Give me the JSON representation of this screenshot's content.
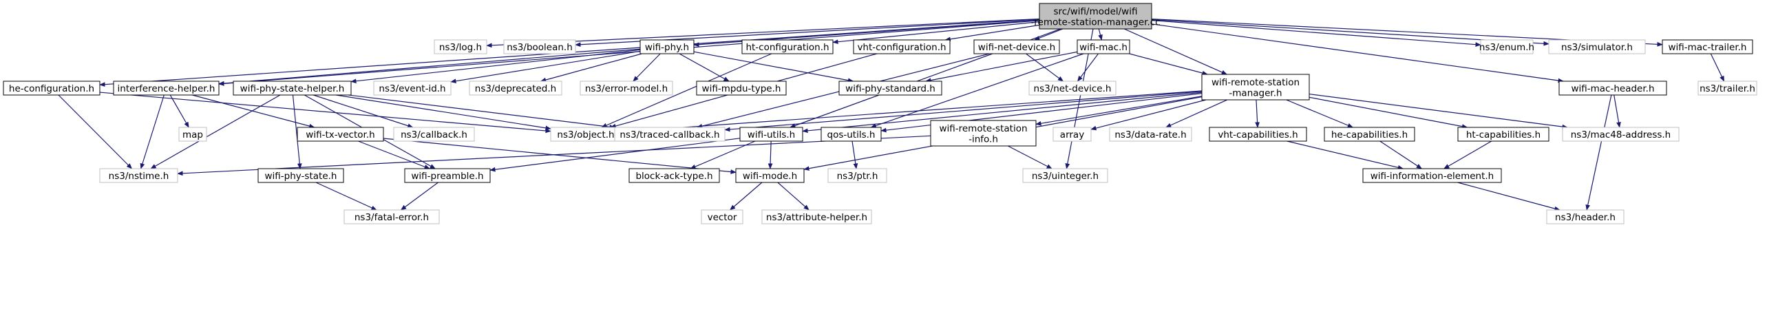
{
  "colors": {
    "edge": "#191970",
    "main_fill": "#bfbfbf",
    "local_border": "#000000",
    "external_border": "#bfbfbf",
    "background": "#ffffff"
  },
  "nodes": [
    {
      "id": "main",
      "kind": "main",
      "lines": [
        "src/wifi/model/wifi",
        "-remote-station-manager.cc"
      ]
    },
    {
      "id": "log",
      "kind": "ext",
      "lines": [
        "ns3/log.h"
      ]
    },
    {
      "id": "boolean",
      "kind": "ext",
      "lines": [
        "ns3/boolean.h"
      ]
    },
    {
      "id": "wifiphy",
      "kind": "local",
      "lines": [
        "wifi-phy.h"
      ]
    },
    {
      "id": "htconf",
      "kind": "local",
      "lines": [
        "ht-configuration.h"
      ]
    },
    {
      "id": "vhtconf",
      "kind": "local",
      "lines": [
        "vht-configuration.h"
      ]
    },
    {
      "id": "wifinetdev",
      "kind": "local",
      "lines": [
        "wifi-net-device.h"
      ]
    },
    {
      "id": "wifimac",
      "kind": "local",
      "lines": [
        "wifi-mac.h"
      ]
    },
    {
      "id": "enum",
      "kind": "ext",
      "lines": [
        "ns3/enum.h"
      ]
    },
    {
      "id": "simulator",
      "kind": "ext",
      "lines": [
        "ns3/simulator.h"
      ]
    },
    {
      "id": "mactrailer",
      "kind": "local",
      "lines": [
        "wifi-mac-trailer.h"
      ]
    },
    {
      "id": "heconf",
      "kind": "local",
      "lines": [
        "he-configuration.h"
      ]
    },
    {
      "id": "interf",
      "kind": "local",
      "lines": [
        "interference-helper.h"
      ]
    },
    {
      "id": "phystatehelper",
      "kind": "local",
      "lines": [
        "wifi-phy-state-helper.h"
      ]
    },
    {
      "id": "eventid",
      "kind": "ext",
      "lines": [
        "ns3/event-id.h"
      ]
    },
    {
      "id": "deprecated",
      "kind": "ext",
      "lines": [
        "ns3/deprecated.h"
      ]
    },
    {
      "id": "errormodel",
      "kind": "ext",
      "lines": [
        "ns3/error-model.h"
      ]
    },
    {
      "id": "mpdutype",
      "kind": "local",
      "lines": [
        "wifi-mpdu-type.h"
      ]
    },
    {
      "id": "phystandard",
      "kind": "local",
      "lines": [
        "wifi-phy-standard.h"
      ]
    },
    {
      "id": "netdevice",
      "kind": "ext",
      "lines": [
        "ns3/net-device.h"
      ]
    },
    {
      "id": "rsmh",
      "kind": "local",
      "lines": [
        "wifi-remote-station",
        "-manager.h"
      ]
    },
    {
      "id": "macheader",
      "kind": "local",
      "lines": [
        "wifi-mac-header.h"
      ]
    },
    {
      "id": "trailer",
      "kind": "ext",
      "lines": [
        "ns3/trailer.h"
      ]
    },
    {
      "id": "map",
      "kind": "ext",
      "lines": [
        "map"
      ]
    },
    {
      "id": "txvector",
      "kind": "local",
      "lines": [
        "wifi-tx-vector.h"
      ]
    },
    {
      "id": "callback",
      "kind": "ext",
      "lines": [
        "ns3/callback.h"
      ]
    },
    {
      "id": "object",
      "kind": "ext",
      "lines": [
        "ns3/object.h"
      ]
    },
    {
      "id": "tracedcb",
      "kind": "ext",
      "lines": [
        "ns3/traced-callback.h"
      ]
    },
    {
      "id": "wifiutils",
      "kind": "local",
      "lines": [
        "wifi-utils.h"
      ]
    },
    {
      "id": "qosutils",
      "kind": "local",
      "lines": [
        "qos-utils.h"
      ]
    },
    {
      "id": "rsinfo",
      "kind": "local",
      "lines": [
        "wifi-remote-station",
        "-info.h"
      ]
    },
    {
      "id": "array",
      "kind": "ext",
      "lines": [
        "array"
      ]
    },
    {
      "id": "datarate",
      "kind": "ext",
      "lines": [
        "ns3/data-rate.h"
      ]
    },
    {
      "id": "vhtcap",
      "kind": "local",
      "lines": [
        "vht-capabilities.h"
      ]
    },
    {
      "id": "hecap",
      "kind": "local",
      "lines": [
        "he-capabilities.h"
      ]
    },
    {
      "id": "htcap",
      "kind": "local",
      "lines": [
        "ht-capabilities.h"
      ]
    },
    {
      "id": "mac48",
      "kind": "ext",
      "lines": [
        "ns3/mac48-address.h"
      ]
    },
    {
      "id": "nstime",
      "kind": "ext",
      "lines": [
        "ns3/nstime.h"
      ]
    },
    {
      "id": "physstate",
      "kind": "local",
      "lines": [
        "wifi-phy-state.h"
      ]
    },
    {
      "id": "preamble",
      "kind": "local",
      "lines": [
        "wifi-preamble.h"
      ]
    },
    {
      "id": "blockack",
      "kind": "local",
      "lines": [
        "block-ack-type.h"
      ]
    },
    {
      "id": "wifimode",
      "kind": "local",
      "lines": [
        "wifi-mode.h"
      ]
    },
    {
      "id": "ptr",
      "kind": "ext",
      "lines": [
        "ns3/ptr.h"
      ]
    },
    {
      "id": "uinteger",
      "kind": "ext",
      "lines": [
        "ns3/uinteger.h"
      ]
    },
    {
      "id": "infoelem",
      "kind": "local",
      "lines": [
        "wifi-information-element.h"
      ]
    },
    {
      "id": "fatalerror",
      "kind": "ext",
      "lines": [
        "ns3/fatal-error.h"
      ]
    },
    {
      "id": "vector",
      "kind": "ext",
      "lines": [
        "vector"
      ]
    },
    {
      "id": "attrhelper",
      "kind": "ext",
      "lines": [
        "ns3/attribute-helper.h"
      ]
    },
    {
      "id": "header",
      "kind": "ext",
      "lines": [
        "ns3/header.h"
      ]
    }
  ],
  "edges": [
    [
      "main",
      "log"
    ],
    [
      "main",
      "boolean"
    ],
    [
      "main",
      "wifiphy"
    ],
    [
      "main",
      "htconf"
    ],
    [
      "main",
      "vhtconf"
    ],
    [
      "main",
      "wifinetdev"
    ],
    [
      "main",
      "wifimac"
    ],
    [
      "main",
      "enum"
    ],
    [
      "main",
      "simulator"
    ],
    [
      "main",
      "mactrailer"
    ],
    [
      "main",
      "heconf"
    ],
    [
      "main",
      "interf"
    ],
    [
      "main",
      "rsmh"
    ],
    [
      "main",
      "macheader"
    ],
    [
      "main",
      "uinteger"
    ],
    [
      "main",
      "wifiutils"
    ],
    [
      "wifiphy",
      "phystatehelper"
    ],
    [
      "wifiphy",
      "eventid"
    ],
    [
      "wifiphy",
      "deprecated"
    ],
    [
      "wifiphy",
      "errormodel"
    ],
    [
      "wifiphy",
      "mpdutype"
    ],
    [
      "wifiphy",
      "phystandard"
    ],
    [
      "wifiphy",
      "interf"
    ],
    [
      "htconf",
      "object"
    ],
    [
      "vhtconf",
      "object"
    ],
    [
      "wifinetdev",
      "netdevice"
    ],
    [
      "wifinetdev",
      "tracedcb"
    ],
    [
      "wifimac",
      "phystandard"
    ],
    [
      "wifimac",
      "netdevice"
    ],
    [
      "wifimac",
      "rsmh"
    ],
    [
      "wifimac",
      "qosutils"
    ],
    [
      "mactrailer",
      "trailer"
    ],
    [
      "heconf",
      "object"
    ],
    [
      "heconf",
      "nstime"
    ],
    [
      "interf",
      "map"
    ],
    [
      "interf",
      "nstime"
    ],
    [
      "interf",
      "txvector"
    ],
    [
      "phystatehelper",
      "callback"
    ],
    [
      "phystatehelper",
      "object"
    ],
    [
      "phystatehelper",
      "tracedcb"
    ],
    [
      "phystatehelper",
      "nstime"
    ],
    [
      "phystatehelper",
      "physstate"
    ],
    [
      "phystatehelper",
      "preamble"
    ],
    [
      "rsmh",
      "object"
    ],
    [
      "rsmh",
      "tracedcb"
    ],
    [
      "rsmh",
      "wifiutils"
    ],
    [
      "rsmh",
      "qosutils"
    ],
    [
      "rsmh",
      "rsinfo"
    ],
    [
      "rsmh",
      "array"
    ],
    [
      "rsmh",
      "datarate"
    ],
    [
      "rsmh",
      "vhtcap"
    ],
    [
      "rsmh",
      "hecap"
    ],
    [
      "rsmh",
      "htcap"
    ],
    [
      "rsmh",
      "mac48"
    ],
    [
      "rsmh",
      "wifimode"
    ],
    [
      "macheader",
      "mac48"
    ],
    [
      "macheader",
      "header"
    ],
    [
      "txvector",
      "preamble"
    ],
    [
      "txvector",
      "wifimode"
    ],
    [
      "wifiutils",
      "blockack"
    ],
    [
      "wifiutils",
      "wifimode"
    ],
    [
      "wifiutils",
      "preamble"
    ],
    [
      "qosutils",
      "ptr"
    ],
    [
      "rsinfo",
      "nstime"
    ],
    [
      "rsinfo",
      "uinteger"
    ],
    [
      "vhtcap",
      "infoelem"
    ],
    [
      "hecap",
      "infoelem"
    ],
    [
      "htcap",
      "infoelem"
    ],
    [
      "physstate",
      "fatalerror"
    ],
    [
      "preamble",
      "fatalerror"
    ],
    [
      "wifimode",
      "vector"
    ],
    [
      "wifimode",
      "attrhelper"
    ],
    [
      "infoelem",
      "header"
    ]
  ]
}
